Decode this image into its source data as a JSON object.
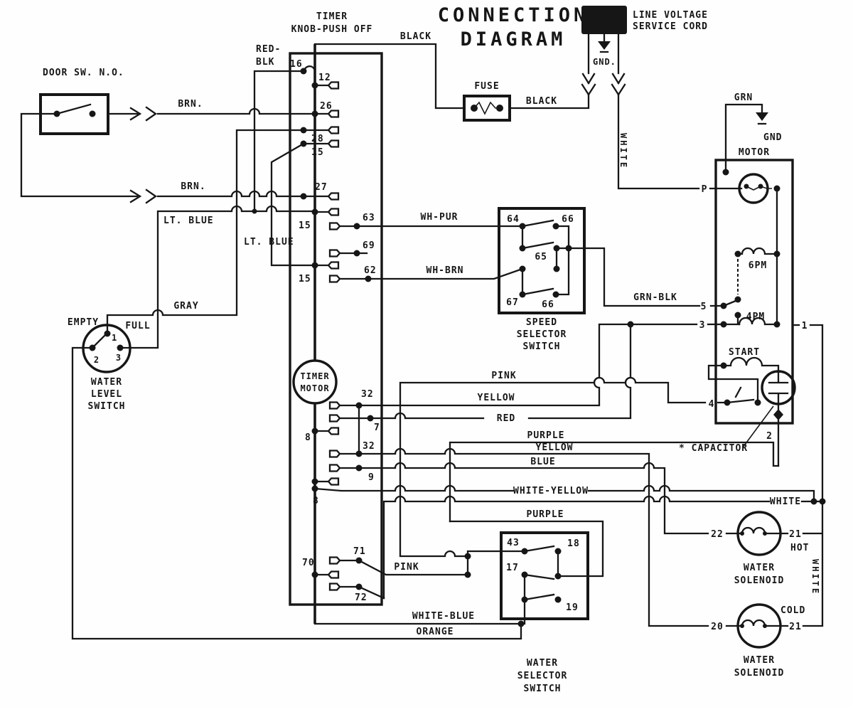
{
  "title": {
    "line1": "CONNECTION",
    "line2": "DIAGRAM"
  },
  "service_cord": {
    "line1": "LINE VOLTAGE",
    "line2": "SERVICE CORD",
    "gnd": "GND."
  },
  "fuse": {
    "label": "FUSE"
  },
  "door_switch": {
    "label": "DOOR SW. N.O."
  },
  "water_level": {
    "empty": "EMPTY",
    "full": "FULL",
    "t1": "1",
    "t2": "2",
    "t3": "3",
    "name1": "WATER",
    "name2": "LEVEL",
    "name3": "SWITCH"
  },
  "timer": {
    "name1": "TIMER",
    "name2": "KNOB-PUSH OFF",
    "motor1": "TIMER",
    "motor2": "MOTOR",
    "t16": "16",
    "t12": "12",
    "t26": "26",
    "t28": "28",
    "t15a": "15",
    "t27": "27",
    "t15b": "15",
    "t63": "63",
    "t69": "69",
    "t62": "62",
    "t15c": "15",
    "t32a": "32",
    "t7": "7",
    "t8a": "8",
    "t32b": "32",
    "t9": "9",
    "t8b": "8",
    "t70": "70",
    "t71": "71",
    "t72": "72"
  },
  "speed_selector": {
    "t64": "64",
    "t66a": "66",
    "t65": "65",
    "t67": "67",
    "t66b": "66",
    "name1": "SPEED",
    "name2": "SELECTOR",
    "name3": "SWITCH"
  },
  "water_selector": {
    "t43": "43",
    "t18": "18",
    "t17": "17",
    "t19": "19",
    "name1": "WATER",
    "name2": "SELECTOR",
    "name3": "SWITCH"
  },
  "motor": {
    "label": "MOTOR",
    "gnd": "GND",
    "grn": "GRN",
    "p": "P",
    "t5": "5",
    "t3": "3",
    "t1": "1",
    "t4": "4",
    "t2": "2",
    "pm6": "6PM",
    "pm4": "4PM",
    "start": "START",
    "capacitor": "* CAPACITOR"
  },
  "solenoid_hot": {
    "t22": "22",
    "t21": "21",
    "hot": "HOT",
    "name1": "WATER",
    "name2": "SOLENOID"
  },
  "solenoid_cold": {
    "t20": "20",
    "t21": "21",
    "cold": "COLD",
    "name1": "WATER",
    "name2": "SOLENOID"
  },
  "wires": {
    "black_top": "BLACK",
    "black_fuse": "BLACK",
    "white_drop": "WHITE",
    "white_vert": "WHITE",
    "brn1": "BRN.",
    "brn2": "BRN.",
    "red_blk1": "RED-",
    "red_blk2": "BLK",
    "lt_blue1": "LT. BLUE",
    "lt_blue2": "LT. BLUE",
    "gray": "GRAY",
    "orange": "ORANGE",
    "wh_pur": "WH-PUR",
    "wh_brn": "WH-BRN",
    "grn_blk": "GRN-BLK",
    "pink1": "PINK",
    "pink2": "PINK",
    "yellow1": "YELLOW",
    "yellow2": "YELLOW",
    "red": "RED",
    "blue": "BLUE",
    "purple1": "PURPLE",
    "purple2": "PURPLE",
    "white_yellow": "WHITE-YELLOW",
    "white_right": "WHITE",
    "white_blue": "WHITE-BLUE"
  }
}
